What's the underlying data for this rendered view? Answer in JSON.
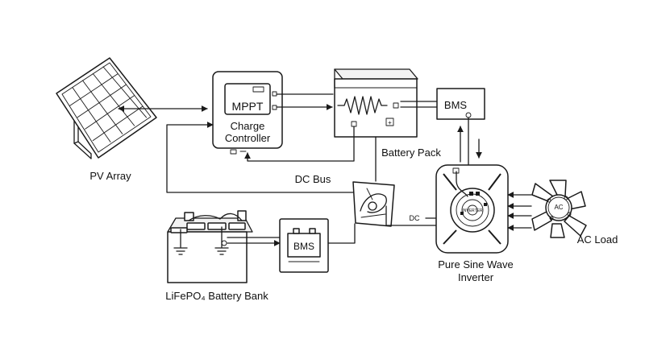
{
  "colors": {
    "line": "#1a1a1a",
    "background": "#ffffff"
  },
  "labels": {
    "pv_array": "PV Array",
    "mppt": "MPPT",
    "charge": "Charge",
    "controller": "Controller",
    "battery_pack": "Battery Pack",
    "bms_top": "BMS",
    "dc_bus": "DC Bus",
    "dc": "DC",
    "ac": "AC",
    "ac_load": "AC Load",
    "inverter_line1": "Pure Sine Wave",
    "inverter_line2": "Inverter",
    "bms_bottom": "BMS",
    "battery_bank": "LiFePO₄ Battery Bank"
  },
  "icons": [
    "solar-panel-icon",
    "charge-controller-icon",
    "battery-pack-icon",
    "bms-module-icon",
    "dc-bus-junction-icon",
    "inverter-icon",
    "ac-load-fan-icon",
    "battery-bank-icon",
    "bms-battery-icon",
    "ground-icon"
  ]
}
